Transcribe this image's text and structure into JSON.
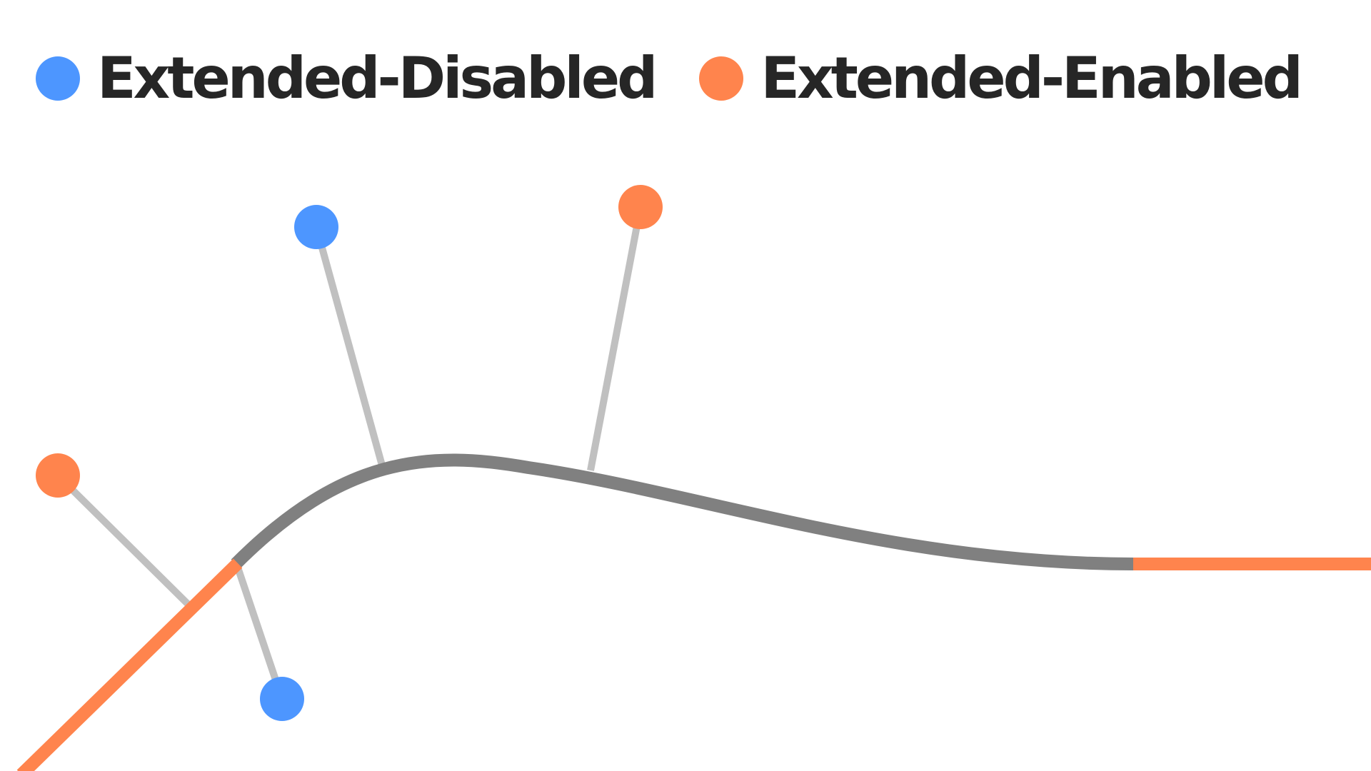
{
  "legend": {
    "items": [
      {
        "label": "Extended-Disabled",
        "color": "#4d96ff"
      },
      {
        "label": "Extended-Enabled",
        "color": "#ff844d"
      }
    ]
  },
  "colors": {
    "main_path": "#808080",
    "branch": "#c0c0c0",
    "enabled": "#ff844d",
    "disabled": "#4d96ff",
    "background": "#ffffff"
  },
  "nodes": [
    {
      "name": "node-enabled-left",
      "status": "enabled"
    },
    {
      "name": "node-disabled-lower",
      "status": "disabled"
    },
    {
      "name": "node-disabled-upper",
      "status": "disabled"
    },
    {
      "name": "node-enabled-top",
      "status": "enabled"
    }
  ]
}
